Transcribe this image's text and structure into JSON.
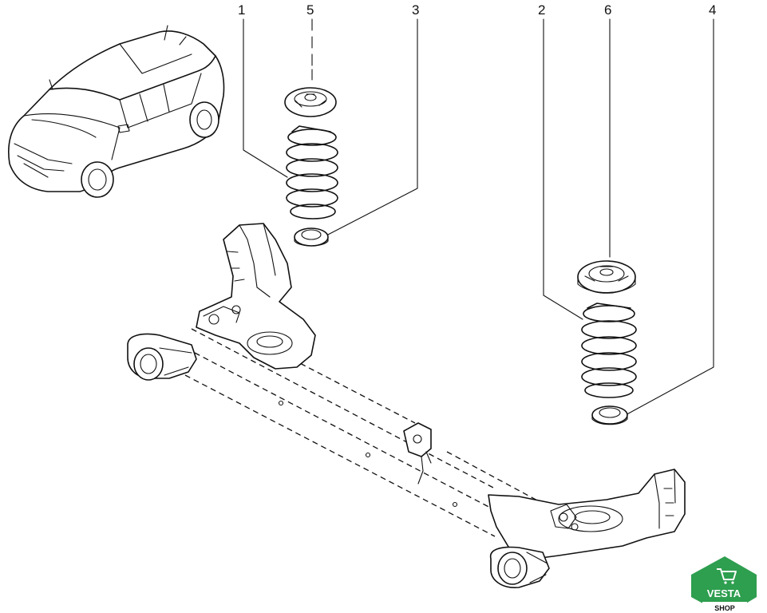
{
  "callouts": [
    {
      "id": "1",
      "label": "1"
    },
    {
      "id": "5",
      "label": "5"
    },
    {
      "id": "3",
      "label": "3"
    },
    {
      "id": "2",
      "label": "2"
    },
    {
      "id": "6",
      "label": "6"
    },
    {
      "id": "4",
      "label": "4"
    }
  ],
  "logo": {
    "brand": "VESTA",
    "sub": "SHOP",
    "color": "#2e9e4f",
    "icon": "cart-icon"
  },
  "colors": {
    "line": "#111111",
    "background": "#ffffff"
  }
}
